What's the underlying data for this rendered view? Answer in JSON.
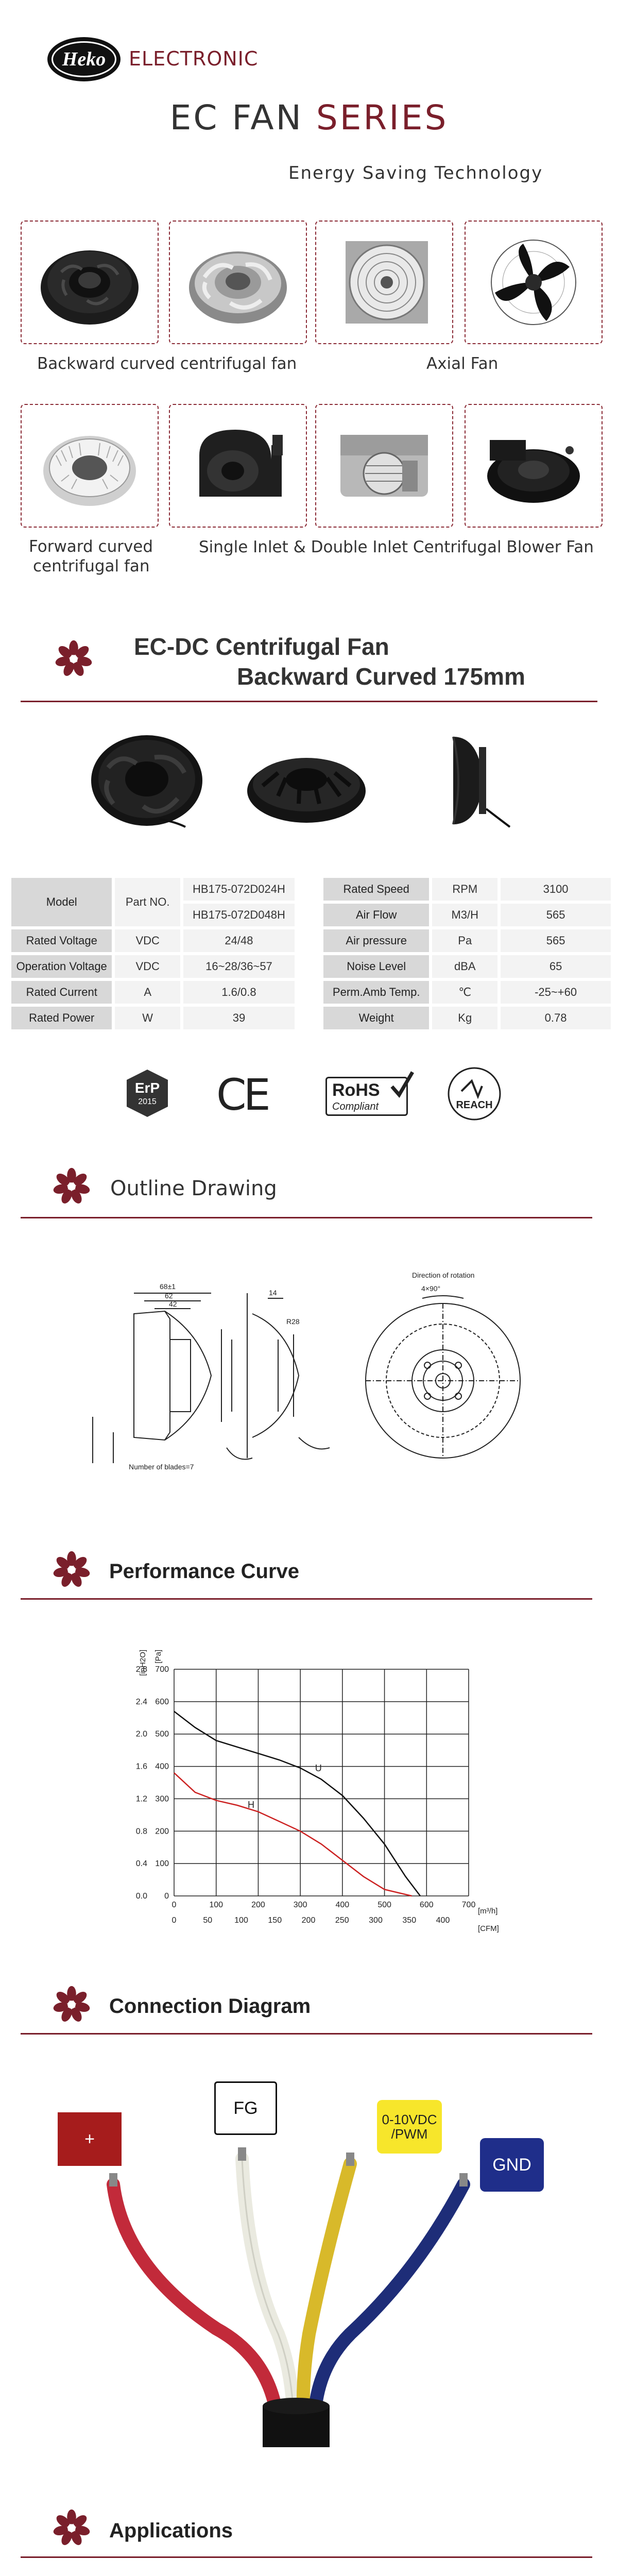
{
  "header": {
    "logo_text": "Heko",
    "logo_word": "ELECTRONIC",
    "title_part1": "EC FAN ",
    "title_part2": "SERIES",
    "subtitle": "Energy Saving Technology"
  },
  "products": {
    "caption_backward": "Backward curved centrifugal fan",
    "caption_axial": "Axial Fan",
    "caption_forward_line1": "Forward curved",
    "caption_forward_line2": "centrifugal fan",
    "caption_blower": "Single Inlet & Double Inlet Centrifugal Blower Fan"
  },
  "product_section": {
    "title_line1": "EC-DC Centrifugal Fan",
    "title_line2": "Backward Curved 175mm"
  },
  "spec_table": {
    "model_label": "Model",
    "part_no_label": "Part NO.",
    "part_no_1": "HB175-072D024H",
    "part_no_2": "HB175-072D048H",
    "rows_left": [
      {
        "name": "Rated Voltage",
        "unit": "VDC",
        "value": "24/48"
      },
      {
        "name": "Operation Voltage",
        "unit": "VDC",
        "value": "16~28/36~57"
      },
      {
        "name": "Rated Current",
        "unit": "A",
        "value": "1.6/0.8"
      },
      {
        "name": "Rated Power",
        "unit": "W",
        "value": "39"
      }
    ],
    "rows_right": [
      {
        "name": "Rated Speed",
        "unit": "RPM",
        "value": "3100"
      },
      {
        "name": "Air Flow",
        "unit": "M3/H",
        "value": "565"
      },
      {
        "name": "Air pressure",
        "unit": "Pa",
        "value": "565"
      },
      {
        "name": "Noise Level",
        "unit": "dBA",
        "value": "65"
      },
      {
        "name": "Perm.Amb Temp.",
        "unit": "℃",
        "value": "-25~+60"
      },
      {
        "name": "Weight",
        "unit": "Kg",
        "value": "0.78"
      }
    ]
  },
  "certs": {
    "erp": "ErP",
    "erp_year": "2015",
    "ce": "CE",
    "rohs": "RoHS",
    "rohs_sub": "Compliant",
    "reach": "REACH"
  },
  "outline": {
    "title": "Outline Drawing",
    "dim_68": "68±1",
    "dim_62": "62",
    "dim_42": "42",
    "dim_14": "14",
    "dim_r28": "R28",
    "rotation": "Direction of rotation",
    "deg": "4×90°",
    "blades": "Number of blades=7"
  },
  "performance": {
    "title": "Performance Curve",
    "unit_inh2o": "[inH2O]",
    "unit_pa": "[Pa]",
    "unit_m3h": "[m³/h]",
    "unit_cfm": "[CFM]",
    "label_u": "U",
    "label_h": "H"
  },
  "chart_data": {
    "type": "line",
    "xlabel": "[m³/h]",
    "x2label": "[CFM]",
    "ylabel": "[Pa]",
    "y2label": "[inH2O]",
    "xlim": [
      0,
      700
    ],
    "ylim": [
      0,
      700
    ],
    "x_ticks": [
      0,
      100,
      200,
      300,
      400,
      500,
      600,
      700
    ],
    "x2_ticks": [
      0,
      50,
      100,
      150,
      200,
      250,
      300,
      350,
      400
    ],
    "y_ticks": [
      0,
      100,
      200,
      300,
      400,
      500,
      600,
      700
    ],
    "y2_ticks": [
      "0.0",
      "0.4",
      "0.8",
      "1.2",
      "1.6",
      "2.0",
      "2.4",
      "2.8"
    ],
    "grid": true,
    "series": [
      {
        "name": "U",
        "color": "#111111",
        "x": [
          0,
          50,
          100,
          150,
          200,
          250,
          300,
          350,
          400,
          450,
          500,
          550,
          585
        ],
        "y": [
          570,
          520,
          480,
          460,
          440,
          420,
          395,
          360,
          310,
          240,
          160,
          60,
          0
        ]
      },
      {
        "name": "H",
        "color": "#cc2222",
        "x": [
          0,
          50,
          100,
          150,
          200,
          250,
          300,
          350,
          400,
          450,
          500,
          565
        ],
        "y": [
          380,
          320,
          295,
          280,
          260,
          230,
          200,
          160,
          110,
          60,
          20,
          0
        ]
      }
    ]
  },
  "connection": {
    "title": "Connection Diagram",
    "plus": "+",
    "fg": "FG",
    "pwm_line1": "0-10VDC",
    "pwm_line2": "/PWM",
    "gnd": "GND"
  },
  "applications": {
    "title": "Applications"
  },
  "colors": {
    "accent": "#7a1f2b",
    "plus_bg": "#a61c1c",
    "pwm_bg": "#f7e62b",
    "gnd_bg": "#1f2e8a"
  }
}
